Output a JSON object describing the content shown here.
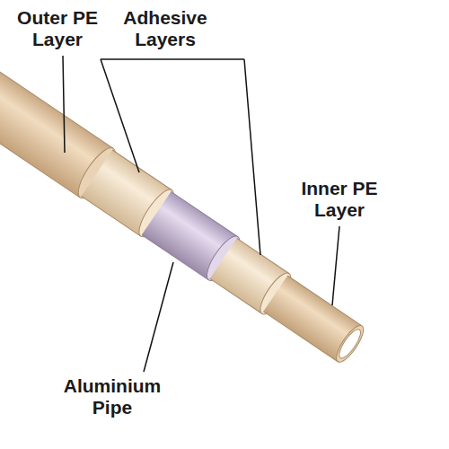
{
  "diagram": {
    "labels": [
      "Outer PE Layer",
      "Adhesive Layers",
      "Inner PE Layer",
      "Aluminium Pipe"
    ]
  }
}
